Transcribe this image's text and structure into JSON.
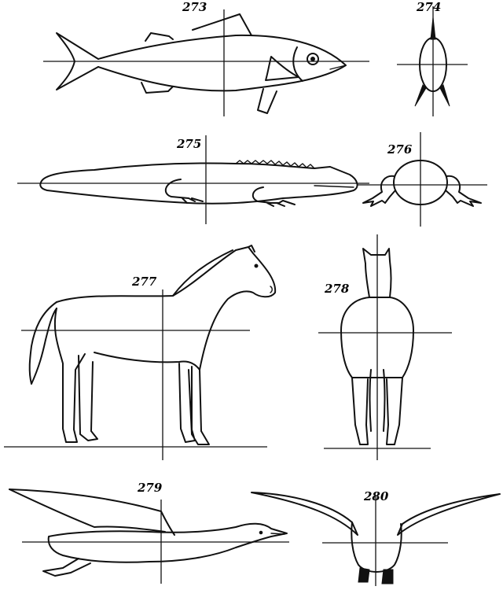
{
  "figures": {
    "f273": {
      "label": "273"
    },
    "f274": {
      "label": "274"
    },
    "f275": {
      "label": "275"
    },
    "f276": {
      "label": "276"
    },
    "f277": {
      "label": "277"
    },
    "f278": {
      "label": "278"
    },
    "f279": {
      "label": "279"
    },
    "f280": {
      "label": "280"
    }
  }
}
